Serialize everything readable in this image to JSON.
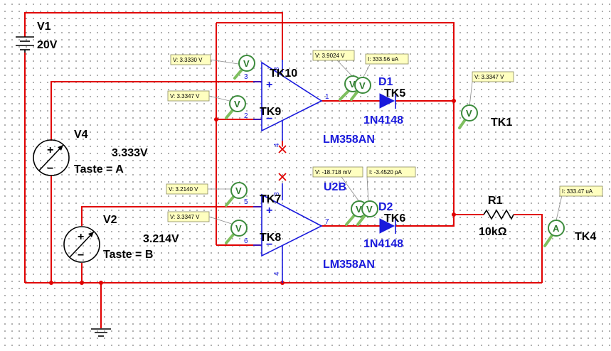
{
  "components": {
    "v1": {
      "ref": "V1",
      "value": "20V"
    },
    "v4": {
      "ref": "V4",
      "value": "3.333V",
      "key": "Taste = A"
    },
    "v2": {
      "ref": "V2",
      "value": "3.214V",
      "key": "Taste = B"
    },
    "u2a": {
      "model": "LM358AN"
    },
    "u2b": {
      "ref": "U2B",
      "model": "LM358AN"
    },
    "d1": {
      "ref": "D1",
      "model": "1N4148"
    },
    "d2": {
      "ref": "D2",
      "model": "1N4148"
    },
    "r1": {
      "ref": "R1",
      "value": "10kΩ"
    }
  },
  "pins": {
    "p3": "3",
    "p2": "2",
    "p1": "1",
    "p8": "8",
    "p4a": "4",
    "p5": "5",
    "p6": "6",
    "p7": "7",
    "p8b": "8",
    "p4": "4"
  },
  "probe_tags": {
    "tk10": "TK10",
    "tk9": "TK9",
    "tk5": "TK5",
    "tk1": "TK1",
    "tk7": "TK7",
    "tk8": "TK8",
    "tk6": "TK6",
    "tk4": "TK4"
  },
  "probes": {
    "p_tk10": "V: 3.3330 V",
    "p_tk9": "V: 3.3347 V",
    "p_out1_v": "V: 3.9024 V",
    "p_out1_i": "I: 333.56 uA",
    "p_tk1": "V: 3.3347 V",
    "p_tk7": "V: 3.2140 V",
    "p_tk8": "V: 3.3347 V",
    "p_out2_v": "V: -18.718 mV",
    "p_out2_i": "I: -3.4520 pA",
    "p_tk4": "I: 333.47 uA"
  },
  "probe_letters": {
    "voltage": "V",
    "current": "A"
  },
  "symbols": {
    "plus": "+",
    "minus": "−"
  }
}
